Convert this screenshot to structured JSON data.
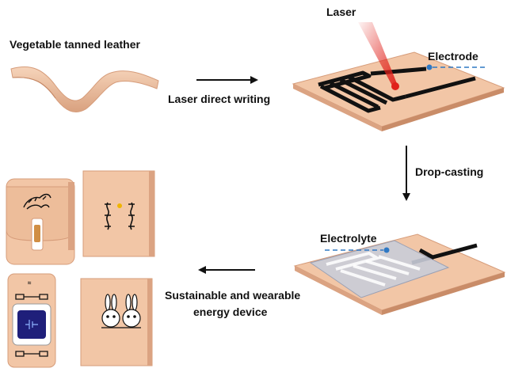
{
  "labels": {
    "leather": "Vegetable tanned leather",
    "laser": "Laser",
    "electrode": "Electrode",
    "laser_writing": "Laser direct writing",
    "drop_casting": "Drop-casting",
    "electrolyte": "Electrolyte",
    "device_line1": "Sustainable and wearable",
    "device_line2": "energy device"
  },
  "colors": {
    "leather_fill": "#f2c6a6",
    "leather_edge": "#d69c7a",
    "electrode_ink": "#111111",
    "laser_red": "#e0201a",
    "dashed_blue": "#2f78c4",
    "electrolyte_gel": "#c9ccd8",
    "watch_screen": "#1f1f7a"
  },
  "icons": {
    "tiger_print": "tiger-icon",
    "dragons_print": "dragons-icon",
    "rabbits_print": "rabbits-icon",
    "watch_battery": "battery-icon"
  }
}
